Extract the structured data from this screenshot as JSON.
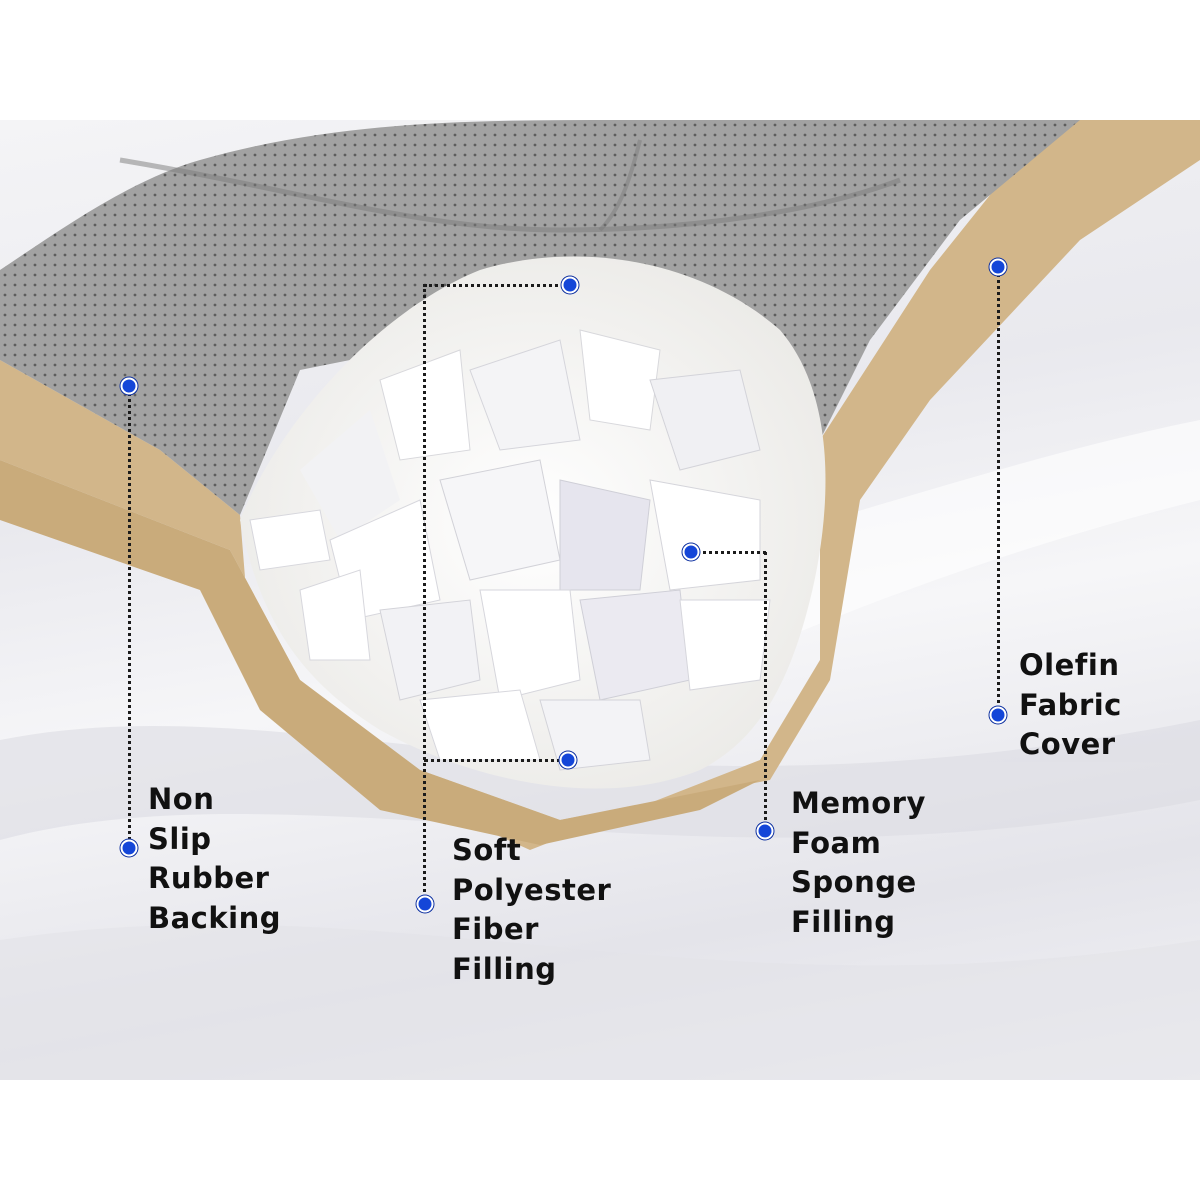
{
  "labels": {
    "non_slip": [
      "Non",
      "Slip",
      "Rubber",
      "Backing"
    ],
    "polyester": [
      "Soft",
      "Polyester",
      "Fiber",
      "Filling"
    ],
    "memory_foam": [
      "Memory",
      "Foam",
      "Sponge",
      "Filling"
    ],
    "olefin": [
      "Olefin",
      "Fabric",
      "Cover"
    ]
  },
  "colors": {
    "marker": "#1446d8",
    "cushion_top": "#9c9c9c",
    "cushion_border": "#d2b68a",
    "filling": "#f7f7f5"
  }
}
